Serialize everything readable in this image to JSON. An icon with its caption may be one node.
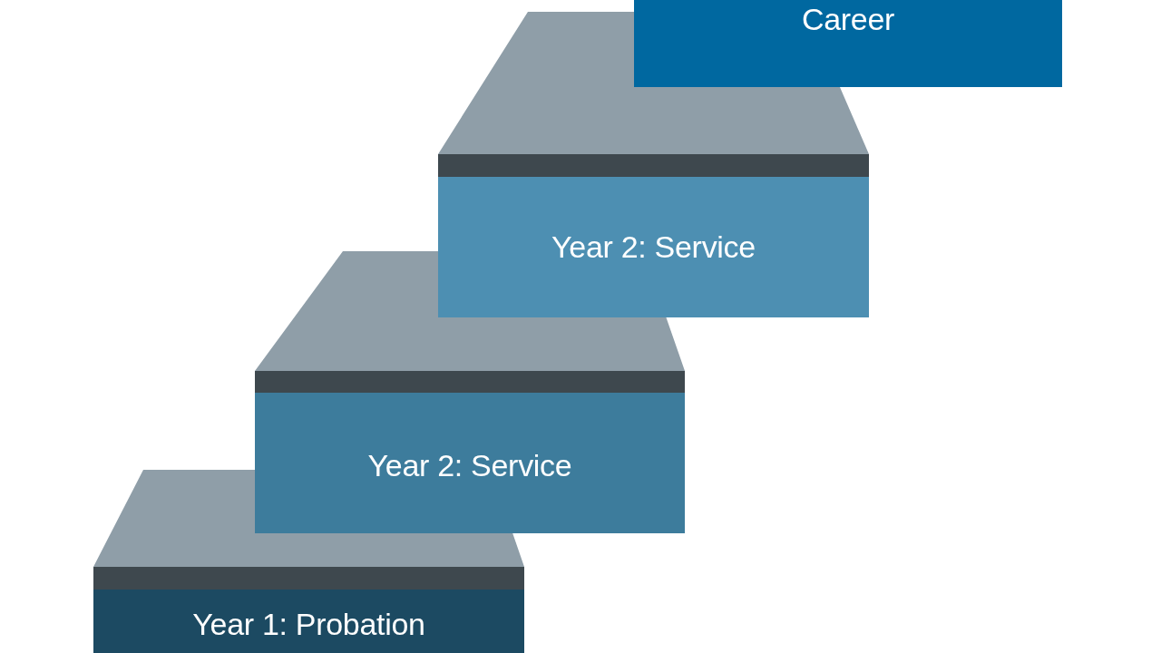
{
  "diagram": {
    "nodes": [
      {
        "text": [
          "Year 1: Probation"
        ]
      },
      {
        "text": [
          "Year 2: Service"
        ]
      },
      {
        "text": [
          "Year 2: Service"
        ]
      },
      {
        "text": [
          "Career"
        ]
      }
    ]
  }
}
